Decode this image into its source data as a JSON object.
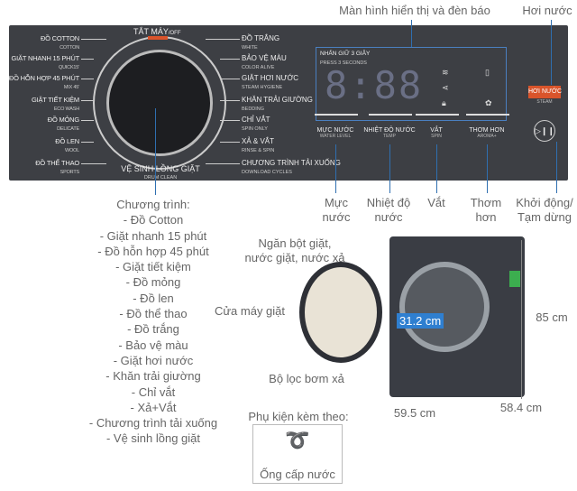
{
  "panel": {
    "off_label": "TẮT MÁY",
    "off_sub": "/OFF",
    "left": [
      {
        "vi": "ĐỒ COTTON",
        "en": "COTTON"
      },
      {
        "vi": "GIẶT NHANH 15 PHÚT",
        "en": "QUICK15'"
      },
      {
        "vi": "ĐỒ HỖN HỢP 45 PHÚT",
        "en": "MIX 45'"
      },
      {
        "vi": "GIẶT TIẾT KIỆM",
        "en": "ECO WASH"
      },
      {
        "vi": "ĐỒ MỎNG",
        "en": "DELICATE"
      },
      {
        "vi": "ĐỒ LEN",
        "en": "WOOL"
      },
      {
        "vi": "ĐỒ THỂ THAO",
        "en": "SPORTS"
      }
    ],
    "right": [
      {
        "vi": "ĐỒ TRẮNG",
        "en": "WHITE"
      },
      {
        "vi": "BẢO VỆ MÀU",
        "en": "COLOR ALIVE"
      },
      {
        "vi": "GIẶT HƠI NƯỚC",
        "en": "STEAM HYGIENE"
      },
      {
        "vi": "KHĂN TRẢI GIƯỜNG",
        "en": "BEDDING"
      },
      {
        "vi": "CHỈ VẮT",
        "en": "SPIN ONLY"
      },
      {
        "vi": "XẢ & VẮT",
        "en": "RINSE & SPIN"
      },
      {
        "vi": "CHƯƠNG TRÌNH TẢI XUỐNG",
        "en": "DOWNLOAD CYCLES"
      }
    ],
    "bottom": {
      "vi": "VỆ SINH LỒNG GIẶT",
      "en": "DRUM CLEAN"
    },
    "display": {
      "hold": "NHẤN GIỮ 3 GIÂY",
      "hold_en": "PRESS 3 SECONDS",
      "digits": "8:88"
    },
    "buttons": [
      {
        "vi": "MỰC NƯỚC",
        "en": "WATER LEVEL"
      },
      {
        "vi": "NHIỆT ĐỘ NƯỚC",
        "en": "TEMP"
      },
      {
        "vi": "VẮT",
        "en": "SPIN"
      },
      {
        "vi": "THƠM HƠN",
        "en": "AROMA+"
      }
    ],
    "steam": {
      "vi": "HƠI NƯỚC",
      "en": "STEAM"
    },
    "accent": "#d9542b"
  },
  "annotations": {
    "display": "Màn hình hiển thị và đèn báo",
    "steam": "Hơi nước",
    "water": "Mực\nnước",
    "temp": "Nhiệt độ\nnước",
    "spin": "Vắt",
    "aroma": "Thơm\nhơn",
    "start": "Khởi động/\nTạm dừng",
    "detergent": "Ngăn bột giặt,\nnước giặt, nước xả",
    "door": "Cửa máy giặt",
    "filter": "Bộ lọc bơm xả"
  },
  "programs_title": "Chương trình:",
  "programs": [
    "- Đồ Cotton",
    "- Giặt nhanh 15 phút",
    "- Đồ hỗn hợp 45 phút",
    "- Giặt tiết kiệm",
    "- Đồ mỏng",
    "- Đồ len",
    "- Đồ thể thao",
    "- Đồ trắng",
    "- Bảo vệ màu",
    "- Giặt hơi nước",
    "- Khăn trải giường",
    "- Chỉ vắt",
    "- Xả+Vắt",
    "- Chương trình tải xuống",
    "- Vệ sinh lồng giặt"
  ],
  "dimensions": {
    "drum": "31.2 cm",
    "height": "85 cm",
    "width": "59.5 cm",
    "depth": "58.4 cm"
  },
  "accessories": {
    "title": "Phụ kiện kèm theo:",
    "item": "Ống cấp nước"
  }
}
